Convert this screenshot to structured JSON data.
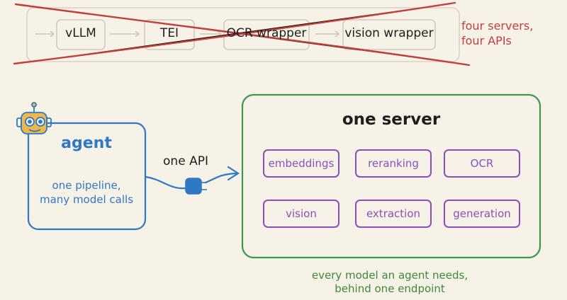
{
  "old_stack": {
    "items": [
      "vLLM",
      "TEI",
      "OCR wrapper",
      "vision wrapper"
    ],
    "note_line1": "four servers,",
    "note_line2": "four APIs"
  },
  "agent": {
    "title": "agent",
    "desc_line1": "one pipeline,",
    "desc_line2": "many model calls"
  },
  "connector": {
    "label": "one API"
  },
  "server": {
    "title": "one server",
    "capabilities": [
      "embeddings",
      "reranking",
      "OCR",
      "vision",
      "extraction",
      "generation"
    ]
  },
  "caption": {
    "line1": "every model an agent needs,",
    "line2": "behind one endpoint"
  },
  "colors": {
    "background": "#f6f2e7",
    "crossed_out": "#c0403a",
    "faded_box": "#d9d2c4",
    "agent_blue": "#2f78c4",
    "server_green": "#3a9a4a",
    "pill_purple": "#8a4fbd",
    "text_dark": "#1e1e1e",
    "caption_green": "#3a8a3a"
  },
  "icons": [
    "robot-icon",
    "plug-icon"
  ]
}
